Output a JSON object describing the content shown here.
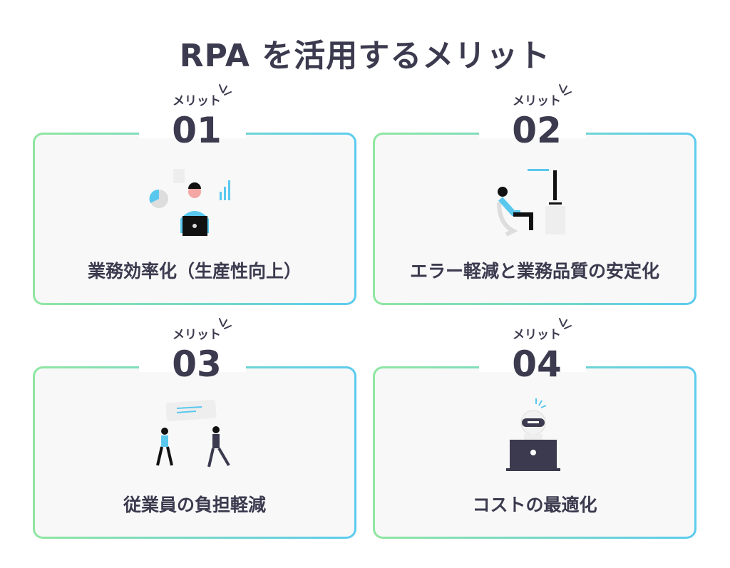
{
  "title": "RPA を活用するメリット",
  "cards": [
    {
      "merit": "メリット",
      "number": "01",
      "label": "業務効率化（生産性向上）"
    },
    {
      "merit": "メリット",
      "number": "02",
      "label": "エラー軽減と業務品質の安定化"
    },
    {
      "merit": "メリット",
      "number": "03",
      "label": "従業員の負担軽減"
    },
    {
      "merit": "メリット",
      "number": "04",
      "label": "コストの最適化"
    }
  ],
  "colors": {
    "text": "#3b3a4e",
    "border_start": "#8fe6a0",
    "border_end": "#5ccbee",
    "accent": "#5ac8ee"
  }
}
